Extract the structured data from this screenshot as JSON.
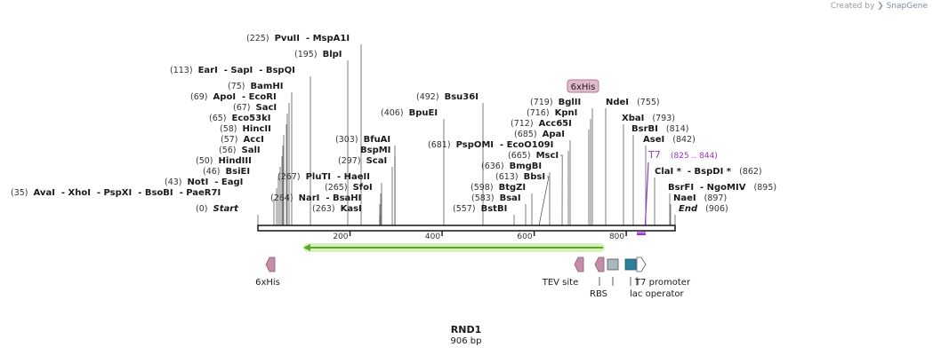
{
  "watermark": {
    "prefix": "Created by",
    "brand": "SnapGene"
  },
  "map": {
    "name": "RND1",
    "length_label": "906 bp",
    "length": 906,
    "axis_ticks": [
      "200",
      "400",
      "600",
      "800"
    ],
    "colors": {
      "backbone": "#222222",
      "orf_arrow": "#58a62a",
      "orf_glow": "#d8f0b8",
      "primer": "#9933cc",
      "his_feature": "#c58ea8",
      "rbs": "#a9b7c3",
      "lac_operator": "#2a7f9a",
      "t7_promoter": "#ffffff"
    }
  },
  "enzymes": [
    {
      "pos": "(225)",
      "names": [
        "PvuII",
        "MspA1I"
      ]
    },
    {
      "pos": "(195)",
      "names": [
        "BlpI"
      ]
    },
    {
      "pos": "(113)",
      "names": [
        "EarI",
        "SapI",
        "BspQI"
      ]
    },
    {
      "pos": "(75)",
      "names": [
        "BamHI"
      ]
    },
    {
      "pos": "(69)",
      "names": [
        "ApoI",
        "EcoRI"
      ]
    },
    {
      "pos": "(67)",
      "names": [
        "SacI"
      ]
    },
    {
      "pos": "(65)",
      "names": [
        "Eco53kI"
      ]
    },
    {
      "pos": "(58)",
      "names": [
        "HincII"
      ]
    },
    {
      "pos": "(57)",
      "names": [
        "AccI"
      ]
    },
    {
      "pos": "(56)",
      "names": [
        "SalI"
      ]
    },
    {
      "pos": "(50)",
      "names": [
        "HindIII"
      ]
    },
    {
      "pos": "(46)",
      "names": [
        "BsiEI"
      ]
    },
    {
      "pos": "(43)",
      "names": [
        "NotI",
        "EagI"
      ]
    },
    {
      "pos": "(35)",
      "names": [
        "AvaI",
        "XhoI",
        "PspXI",
        "BsoBI",
        "PaeR7I"
      ]
    },
    {
      "pos": "(0)",
      "names": [
        "Start"
      ]
    },
    {
      "pos": "(267)",
      "names": [
        "PluTI",
        "HaeII"
      ]
    },
    {
      "pos": "(264)",
      "names": [
        "NarI",
        "BsaHI"
      ]
    },
    {
      "pos": "(265)",
      "names": [
        "SfoI"
      ]
    },
    {
      "pos": "(263)",
      "names": [
        "KasI"
      ]
    },
    {
      "pos": "(303)",
      "names": [
        "BfuAI"
      ]
    },
    {
      "pos": "",
      "names": [
        "BspMI"
      ]
    },
    {
      "pos": "(297)",
      "names": [
        "ScaI"
      ]
    },
    {
      "pos": "(492)",
      "names": [
        "Bsu36I"
      ]
    },
    {
      "pos": "(406)",
      "names": [
        "BpuEI"
      ]
    },
    {
      "pos": "(681)",
      "names": [
        "PspOMI",
        "EcoO109I"
      ]
    },
    {
      "pos": "(665)",
      "names": [
        "MscI"
      ]
    },
    {
      "pos": "(636)",
      "names": [
        "BmgBI"
      ]
    },
    {
      "pos": "(613)",
      "names": [
        "BbsI"
      ]
    },
    {
      "pos": "(598)",
      "names": [
        "BtgZI"
      ]
    },
    {
      "pos": "(583)",
      "names": [
        "BsaI"
      ]
    },
    {
      "pos": "(557)",
      "names": [
        "BstBI"
      ]
    },
    {
      "pos": "(719)",
      "names": [
        "BglII"
      ]
    },
    {
      "pos": "(716)",
      "names": [
        "KpnI"
      ]
    },
    {
      "pos": "(712)",
      "names": [
        "Acc65I"
      ]
    },
    {
      "pos": "(685)",
      "names": [
        "ApaI"
      ]
    },
    {
      "pos": "(755)",
      "names": [
        "NdeI"
      ]
    },
    {
      "pos": "(793)",
      "names": [
        "XbaI"
      ]
    },
    {
      "pos": "(814)",
      "names": [
        "BsrBI"
      ]
    },
    {
      "pos": "(842)",
      "names": [
        "AseI"
      ]
    },
    {
      "pos": "(862)",
      "names": [
        "ClaI *",
        "BspDI *"
      ]
    },
    {
      "pos": "(895)",
      "names": [
        "BsrFI",
        "NgoMIV"
      ]
    },
    {
      "pos": "(897)",
      "names": [
        "NaeI"
      ]
    },
    {
      "pos": "(906)",
      "names": [
        "End"
      ]
    }
  ],
  "his_tag_box": "6xHis",
  "primer": {
    "name": "T7",
    "range": "(825 .. 844)"
  },
  "features": [
    "6xHis",
    "TEV site",
    "RBS",
    "T7 promoter",
    "lac operator"
  ]
}
